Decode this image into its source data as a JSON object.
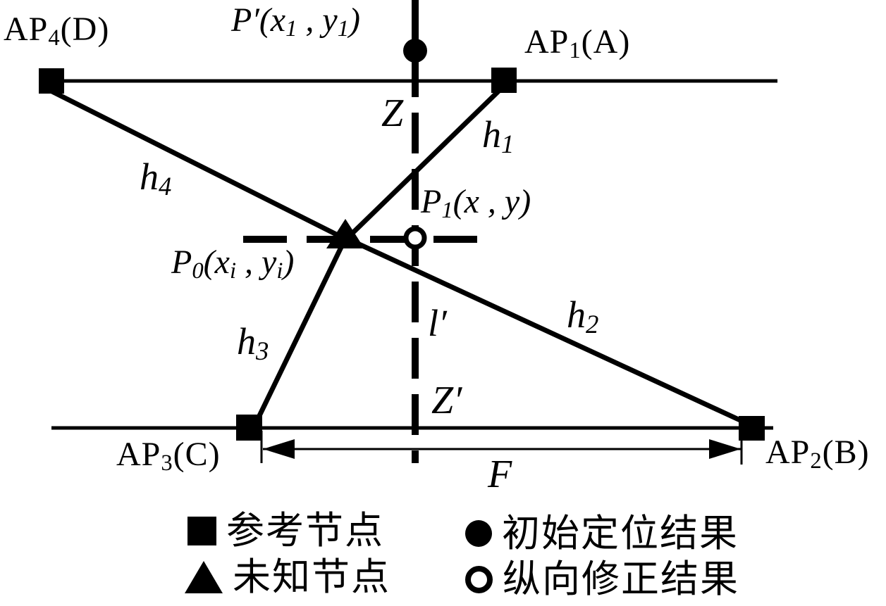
{
  "figure": {
    "background_color": "#ffffff",
    "ink_color": "#000000"
  },
  "labels": {
    "ap4": {
      "base": "AP",
      "sub": "4",
      "paren": "(D)"
    },
    "ap1": {
      "base": "AP",
      "sub": "1",
      "paren": "(A)"
    },
    "ap3": {
      "base": "AP",
      "sub": "3",
      "paren": "(C)"
    },
    "ap2": {
      "base": "AP",
      "sub": "2",
      "paren": "(B)"
    },
    "p_prime": {
      "p1": "P′(x",
      "s1": "1",
      "p2": " , y",
      "s2": "1",
      "p3": ")"
    },
    "p1": {
      "p1": "P",
      "s1": "1",
      "p2": "(x , y)"
    },
    "p0": {
      "p1": "P",
      "s1": "0",
      "p2": "(x",
      "s2": "i",
      "p3": " , y",
      "s3": "i",
      "p4": ")"
    },
    "h1": {
      "base": "h",
      "sub": "1"
    },
    "h2": {
      "base": "h",
      "sub": "2"
    },
    "h3": {
      "base": "h",
      "sub": "3"
    },
    "h4": {
      "base": "h",
      "sub": "4"
    },
    "z": "Z",
    "z_prime": "Z′",
    "l_prime": "l′",
    "f": "F"
  },
  "legend": {
    "items": [
      {
        "marker": "square-filled-icon",
        "label": "参考节点"
      },
      {
        "marker": "circle-filled-icon",
        "label": "初始定位结果"
      },
      {
        "marker": "triangle-filled-icon",
        "label": "未知节点"
      },
      {
        "marker": "circle-open-icon",
        "label": "纵向修正结果"
      }
    ]
  }
}
